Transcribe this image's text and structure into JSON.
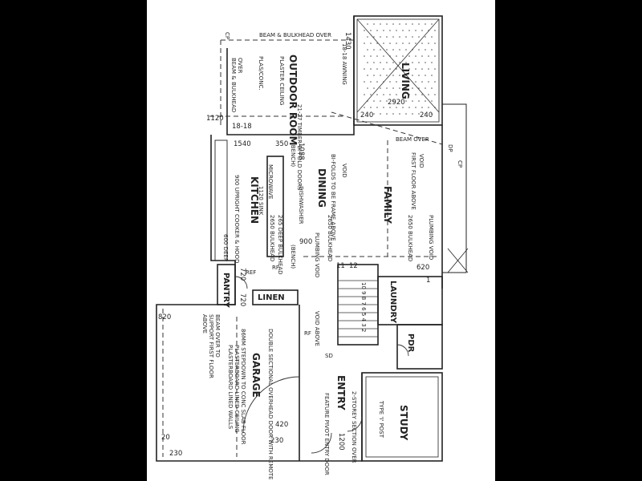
{
  "rooms": {
    "living": "LIVING",
    "outdoor_room": "OUTDOOR ROOM",
    "family": "FAMILY",
    "dining": "DINING",
    "kitchen": "KITCHEN",
    "pantry": "PANTRY",
    "linen": "LINEN",
    "laundry": "LAUNDRY",
    "pdr": "PDR",
    "garage": "GARAGE",
    "entry": "ENTRY",
    "study": "STUDY"
  },
  "notes": {
    "beam_bulkhead_over": "BEAM & BULKHEAD OVER",
    "awning": "18-18 AWNING",
    "plaster_ceiling": "PLASTER CEILING",
    "plaster_conc": "PLAS/CONC.",
    "beam_bulkhead_left": "BEAM & BULKHEAD",
    "over": "OVER",
    "bifold_doors": "21-27 TIMBER BI-FOLD DOORS",
    "beam_over": "BEAM OVER",
    "void": "VOID",
    "first_floor_above": "FIRST FLOOR ABOVE",
    "bifolds_frame": "BI-FOLDS TO BE FRAME ABOVE",
    "bench": "(BENCH)",
    "bench2": "(BENCH)",
    "microwave": "MICROWAVE",
    "dishwasher": "DISHWASHER",
    "sink": "1120 SINK",
    "cooker": "900 UPRIGHT COOKER & HOOD",
    "bulkhead_2650": "2650 BULKHEAD",
    "bulkhead_2650b": "2650 BULKHEAD",
    "bulkhead_2650c": "2650 BULKHEAD",
    "plumbing_void": "PLUMBING VOID",
    "plumbing_void2": "PLUMBING VOID",
    "deep_bulkhead": "265 DEEP BULKHEAD",
    "deep": "600 DEEP",
    "ref": "REF",
    "void_above": "VOID ABOVE",
    "sd": "SD",
    "double_door": "DOUBLE SECTIONAL OVERHEAD DOOR WITH REMOTE",
    "step_down": "86MM STEPDOWN TO CONC SLAB FLOOR",
    "plasterboard_ceiling": "PLASTERBOARD LINED CEILING",
    "plasterboard_walls": "PLASTERBOARD LINED WALLS",
    "beam_over_to": "BEAM OVER TO",
    "support_first_floor": "SUPPORT FIRST FLOOR",
    "above": "ABOVE",
    "two_storey": "2-STOREY SECTION OVER",
    "feature_pivot": "FEATURE PIVOT ENTRY DOOR",
    "type_post": "TYPE 'I' POST",
    "rf": "RF",
    "rf2": "RF",
    "cp": "CP",
    "cp2": "CP",
    "dp": "DP"
  },
  "dims": {
    "d1430": "1430",
    "d2920": "2920",
    "d240a": "240",
    "d240b": "240",
    "d1120": "1120",
    "d18_18": "18-18",
    "d1540": "1540",
    "d350": "350",
    "d1088": "1088",
    "d900": "900",
    "d620": "620",
    "d720a": "720",
    "d720b": "720",
    "d820": "820",
    "d420": "420",
    "d230a": "230",
    "d230b": "230",
    "d20": "20",
    "d1200": "1200",
    "d11": "11",
    "d12": "12",
    "d1": "1",
    "steps": "10 9 8 7 6 5 4 3 2"
  }
}
